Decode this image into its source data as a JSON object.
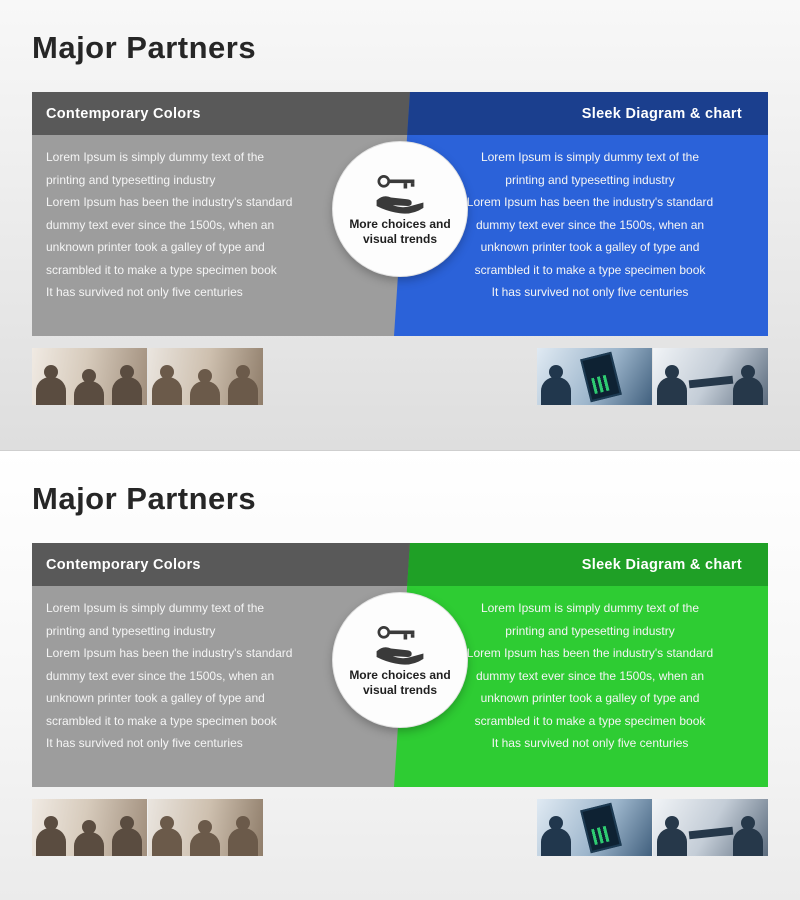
{
  "page": {
    "background_color": "#ececec"
  },
  "slides": [
    {
      "title": "Major Partners",
      "left_panel": {
        "header": "Contemporary Colors",
        "header_color": "#595959",
        "body_color": "#9d9d9d",
        "lines": [
          "Lorem Ipsum is simply dummy text of the",
          "printing and typesetting industry",
          "Lorem Ipsum has been the industry's standard",
          "dummy text ever since the 1500s, when an",
          "unknown printer took a galley of type and",
          "scrambled it to make a type specimen book",
          "It has survived not only five centuries"
        ]
      },
      "right_panel": {
        "header": "Sleek Diagram & chart",
        "header_color": "#1b3f8e",
        "body_color": "#2b62d9",
        "lines": [
          "Lorem Ipsum is simply dummy text of the",
          "printing and typesetting industry",
          "Lorem Ipsum has been the industry's standard",
          "dummy text ever since the 1500s, when an",
          "unknown printer took a galley of type and",
          "scrambled it to make a type specimen book",
          "It has survived not only five centuries"
        ]
      },
      "center_badge": {
        "icon": "hand-key-icon",
        "line1": "More choices and",
        "line2": "visual trends"
      },
      "photos": {
        "left": [
          "audience-clapping-photo-1",
          "audience-clapping-photo-2"
        ],
        "right": [
          "phone-chart-photo",
          "business-handshake-photo"
        ]
      }
    },
    {
      "title": "Major Partners",
      "left_panel": {
        "header": "Contemporary Colors",
        "header_color": "#595959",
        "body_color": "#9d9d9d",
        "lines": [
          "Lorem Ipsum is simply dummy text of the",
          "printing and typesetting industry",
          "Lorem Ipsum has been the industry's standard",
          "dummy text ever since the 1500s, when an",
          "unknown printer took a galley of type and",
          "scrambled it to make a type specimen book",
          "It has survived not only five centuries"
        ]
      },
      "right_panel": {
        "header": "Sleek Diagram & chart",
        "header_color": "#1fa026",
        "body_color": "#2ecc33",
        "lines": [
          "Lorem Ipsum is simply dummy text of the",
          "printing and typesetting industry",
          "Lorem Ipsum has been the industry's standard",
          "dummy text ever since the 1500s, when an",
          "unknown printer took a galley of type and",
          "scrambled it to make a type specimen book",
          "It has survived not only five centuries"
        ]
      },
      "center_badge": {
        "icon": "hand-key-icon",
        "line1": "More choices and",
        "line2": "visual trends"
      },
      "photos": {
        "left": [
          "audience-clapping-photo-1",
          "audience-clapping-photo-2"
        ],
        "right": [
          "phone-chart-photo",
          "business-handshake-photo"
        ]
      }
    }
  ]
}
